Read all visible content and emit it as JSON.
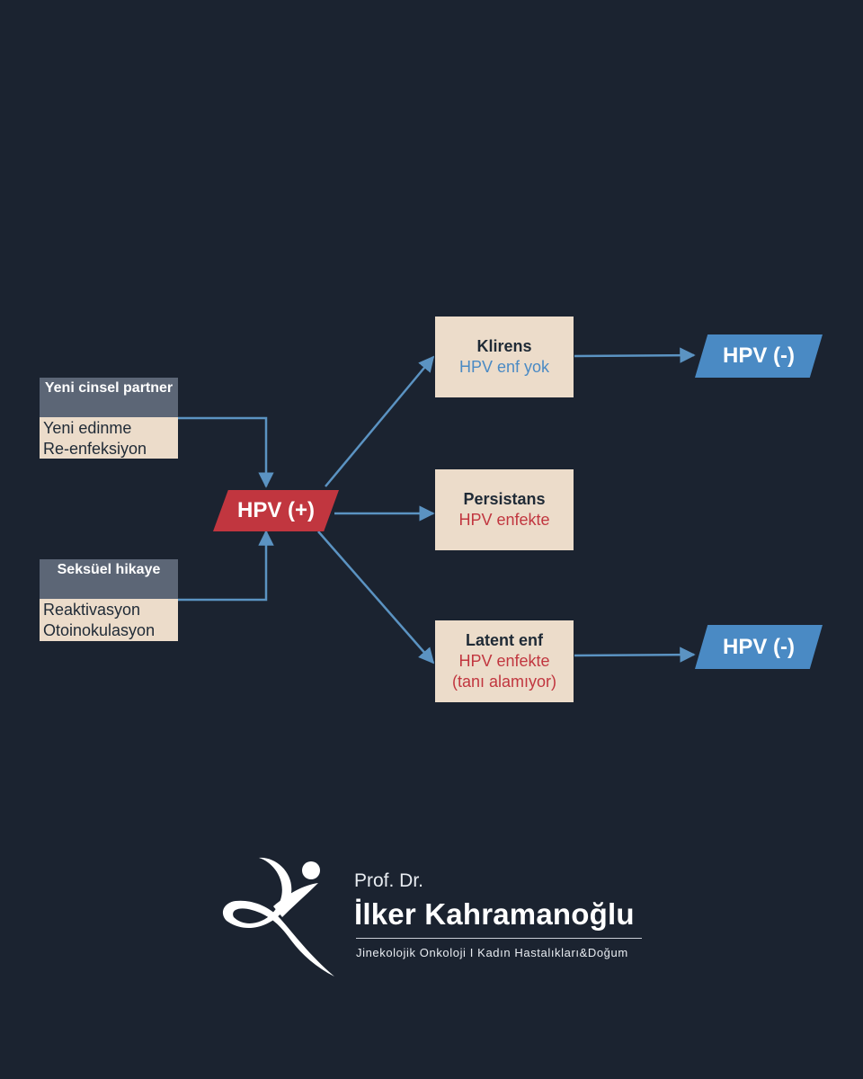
{
  "sources": [
    {
      "title": "Yeni cinsel partner",
      "lines": [
        "Yeni edinme",
        "Re-enfeksiyon"
      ]
    },
    {
      "title": "Seksüel hikaye",
      "lines": [
        "Reaktivasyon",
        "Otoinokulasyon"
      ]
    }
  ],
  "center": {
    "label": "HPV (+)"
  },
  "outcomes": [
    {
      "title": "Klirens",
      "lines": [
        "HPV enf yok"
      ],
      "line_color": "#4a8ac4"
    },
    {
      "title": "Persistans",
      "lines": [
        "HPV enfekte"
      ],
      "line_color": "#c1363f"
    },
    {
      "title": "Latent enf",
      "lines": [
        "HPV enfekte",
        "(tanı alamıyor)"
      ],
      "line_color": "#c1363f"
    }
  ],
  "results": [
    {
      "label": "HPV (-)"
    },
    {
      "label": "HPV (-)"
    }
  ],
  "logo": {
    "prefix": "Prof. Dr.",
    "name": "İlker Kahramanoğlu",
    "tagline": "Jinekolojik Onkoloji I Kadın Hastalıkları&Doğum"
  },
  "colors": {
    "background": "#1b2330",
    "box_fill": "#ecdcca",
    "header_fill": "#5c6676",
    "hpv_positive": "#c1363f",
    "hpv_negative": "#4a8ac4",
    "arrows": "#5b93c2"
  }
}
